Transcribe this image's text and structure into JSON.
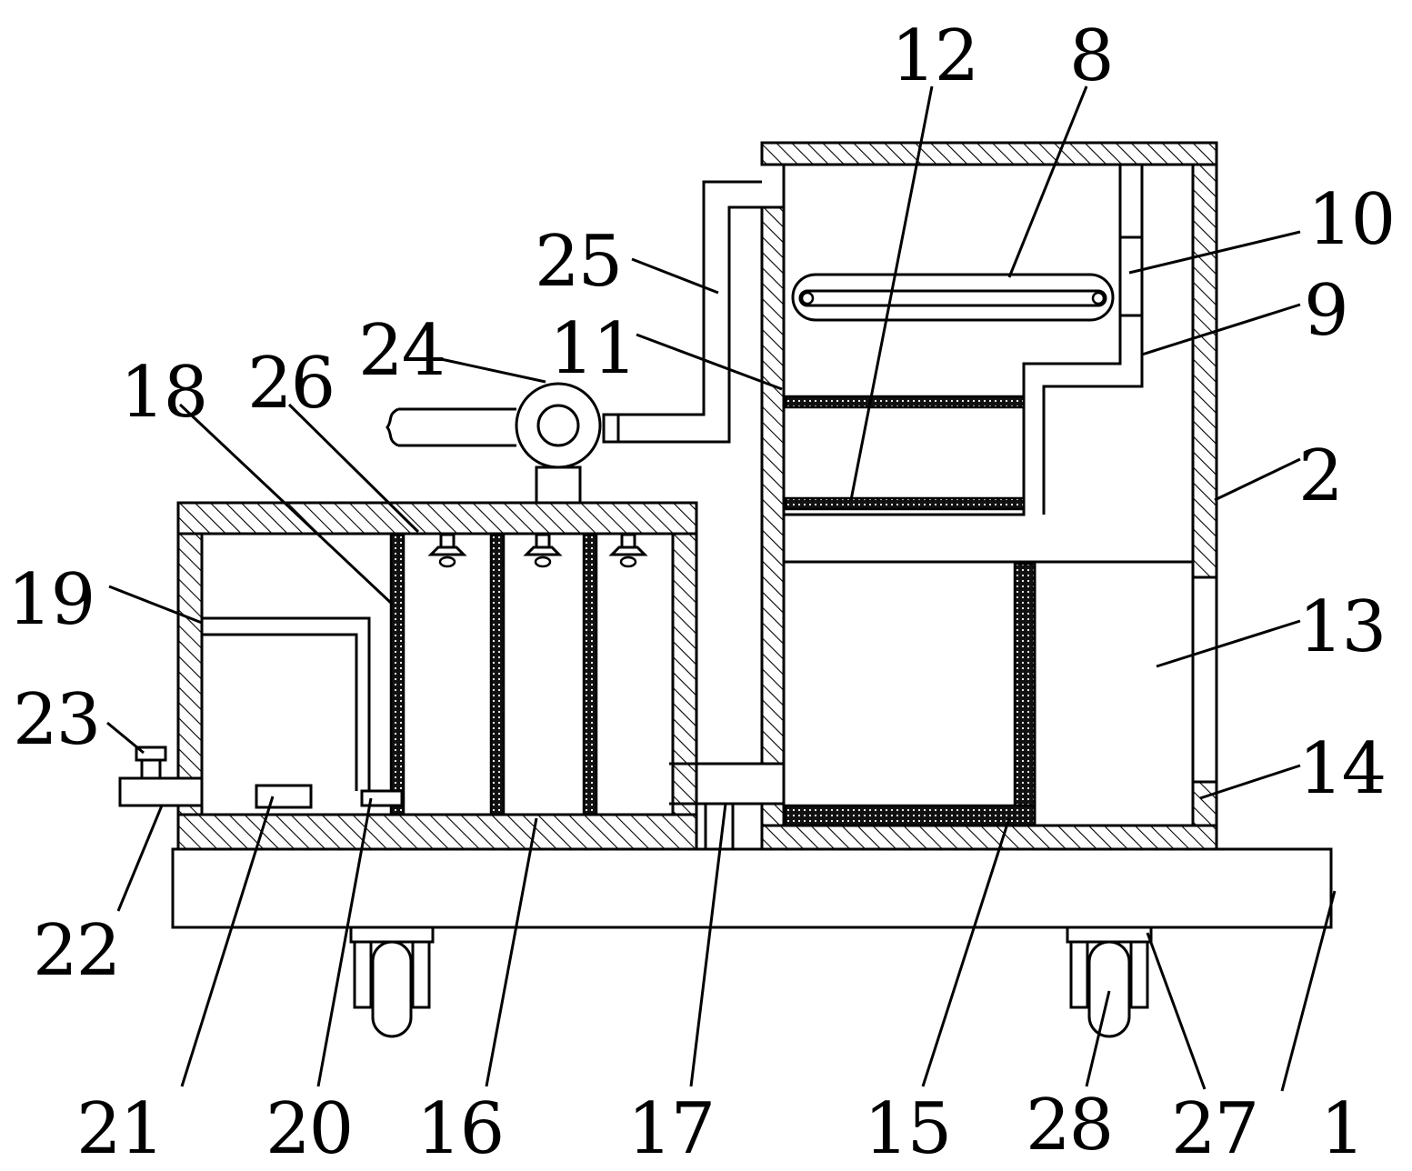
{
  "figure": {
    "callouts": [
      {
        "key": "c1",
        "text": "1"
      },
      {
        "key": "c2",
        "text": "2"
      },
      {
        "key": "c8",
        "text": "8"
      },
      {
        "key": "c9",
        "text": "9"
      },
      {
        "key": "c10",
        "text": "10"
      },
      {
        "key": "c11",
        "text": "11"
      },
      {
        "key": "c12",
        "text": "12"
      },
      {
        "key": "c13",
        "text": "13"
      },
      {
        "key": "c14",
        "text": "14"
      },
      {
        "key": "c15",
        "text": "15"
      },
      {
        "key": "c16",
        "text": "16"
      },
      {
        "key": "c17",
        "text": "17"
      },
      {
        "key": "c18",
        "text": "18"
      },
      {
        "key": "c19",
        "text": "19"
      },
      {
        "key": "c20",
        "text": "20"
      },
      {
        "key": "c21",
        "text": "21"
      },
      {
        "key": "c22",
        "text": "22"
      },
      {
        "key": "c23",
        "text": "23"
      },
      {
        "key": "c24",
        "text": "24"
      },
      {
        "key": "c25",
        "text": "25"
      },
      {
        "key": "c26",
        "text": "26"
      },
      {
        "key": "c27",
        "text": "27"
      },
      {
        "key": "c28",
        "text": "28"
      }
    ]
  }
}
